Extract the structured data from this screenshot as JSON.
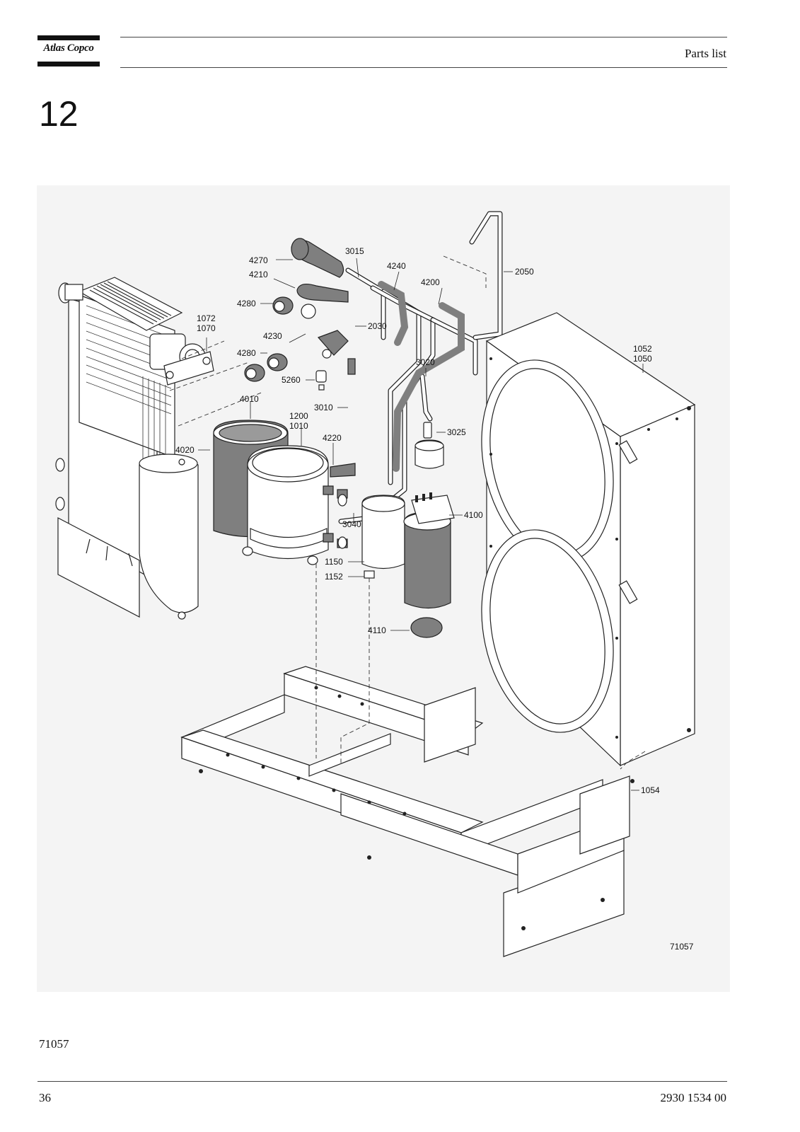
{
  "header": {
    "brand": "Atlas Copco",
    "title": "Parts list"
  },
  "section": {
    "number": "12"
  },
  "figure": {
    "image_number": "71057",
    "callouts": {
      "c4270": "4270",
      "c3015": "3015",
      "c4240": "4240",
      "c4210": "4210",
      "c4200": "4200",
      "c2050": "2050",
      "c4280a": "4280",
      "c2030": "2030",
      "c1072": "1072",
      "c1070": "1070",
      "c4230": "4230",
      "c4280b": "4280",
      "c1052": "1052",
      "c1050": "1050",
      "c3020": "3020",
      "c5260": "5260",
      "c4010": "4010",
      "c3010": "3010",
      "c1200": "1200",
      "c1010": "1010",
      "c3025": "3025",
      "c4020": "4020",
      "c4220": "4220",
      "c4100": "4100",
      "c3040": "3040",
      "c1150": "1150",
      "c1152": "1152",
      "c4110": "4110",
      "c1054": "1054"
    }
  },
  "footer": {
    "figure_ref": "71057",
    "page_number": "36",
    "document_number": "2930 1534 00"
  }
}
